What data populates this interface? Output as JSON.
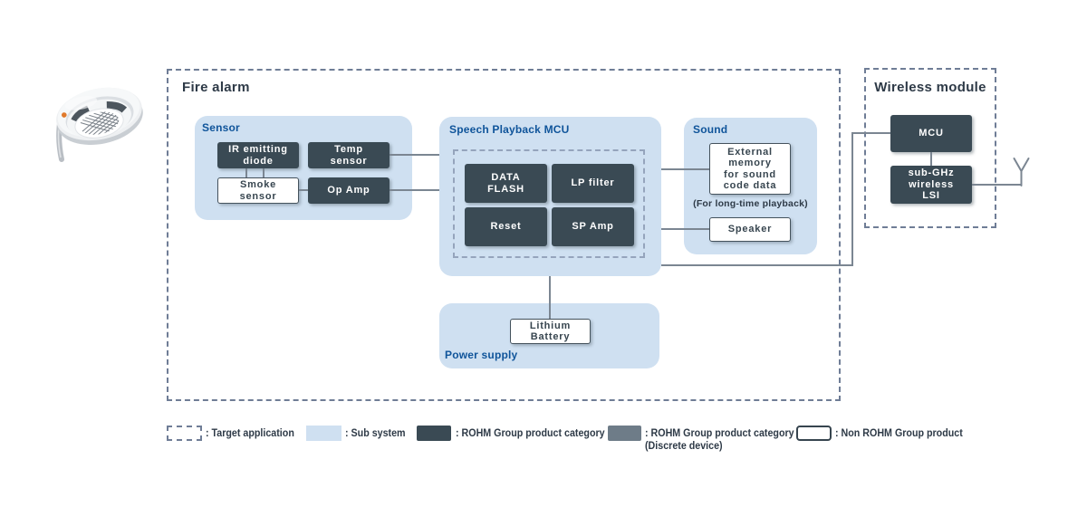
{
  "colors": {
    "dark_block": "#3a4a54",
    "sub_system_fill": "#cfe0f1",
    "discrete_gray": "#6e7c88",
    "panel_label_blue": "#0f549a",
    "title_dark": "#2e3a47",
    "outer_dash": "#6f7d96",
    "inner_dash": "#95a4bc",
    "connector_line": "#7b8692",
    "led_orange": "#e07a2c"
  },
  "fire_alarm": {
    "title": "Fire alarm",
    "sensor": {
      "label": "Sensor",
      "blocks": {
        "ir": "IR emitting\ndiode",
        "temp": "Temp\nsensor",
        "smoke": "Smoke\nsensor",
        "op_amp": "Op Amp"
      }
    },
    "speech_mcu": {
      "label": "Speech Playback MCU",
      "blocks": {
        "data_flash": "DATA\nFLASH",
        "lp_filter": "LP filter",
        "reset": "Reset",
        "sp_amp": "SP Amp"
      }
    },
    "sound": {
      "label": "Sound",
      "blocks": {
        "external_memory": "External\nmemory\nfor sound\ncode data",
        "speaker": "Speaker"
      },
      "note": "(For long-time playback)"
    },
    "power": {
      "label": "Power supply",
      "blocks": {
        "battery": "Lithium\nBattery"
      }
    }
  },
  "wireless_module": {
    "title": "Wireless module",
    "blocks": {
      "mcu": "MCU",
      "sub_ghz": "sub-GHz\nwireless\nLSI"
    }
  },
  "legend": {
    "target_application": ": Target application",
    "sub_system": ": Sub system",
    "rohm_category": ": ROHM Group product category",
    "rohm_category_discrete": ": ROHM Group product category",
    "discrete_note": "(Discrete device)",
    "non_rohm": ": Non ROHM Group product"
  }
}
